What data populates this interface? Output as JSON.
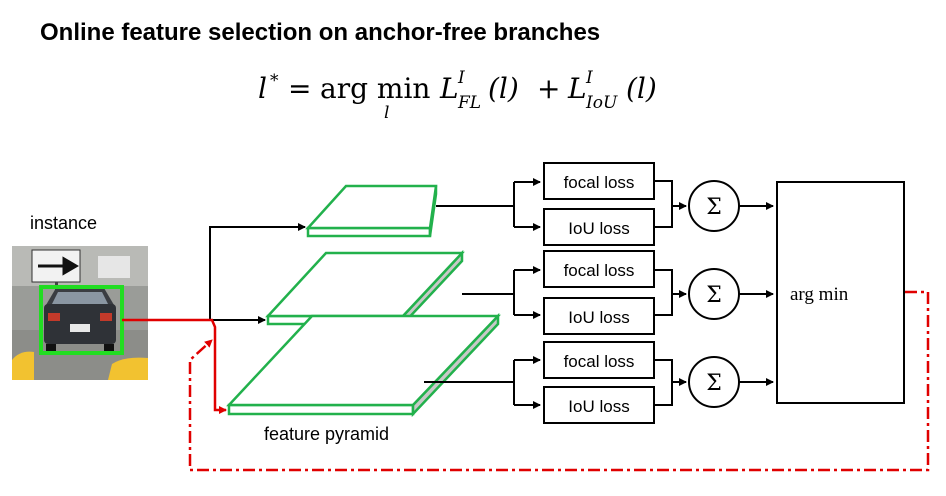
{
  "title": "Online feature selection on anchor-free branches",
  "formula": {
    "lhs": "l",
    "star": "*",
    "eq": "=",
    "argmin": "arg min",
    "sub_l": "l",
    "L": "L",
    "sup_I": "I",
    "sub_FL": "FL",
    "arg_l": "(l)",
    "plus": "+",
    "sub_IoU": "IoU"
  },
  "instance_label": "instance",
  "pyramid_label": "feature pyramid",
  "branches": [
    {
      "focal": "focal loss",
      "iou": "IoU loss",
      "sum": "Σ"
    },
    {
      "focal": "focal loss",
      "iou": "IoU loss",
      "sum": "Σ"
    },
    {
      "focal": "focal loss",
      "iou": "IoU loss",
      "sum": "Σ"
    }
  ],
  "argmin_box": "arg min",
  "colors": {
    "pyramid_edge": "#22b14c",
    "pyramid_side": "#c8c8c8",
    "feedback": "#e00000",
    "bbox": "#22dd22"
  },
  "icons": [
    "road-sign-arrow-icon"
  ]
}
